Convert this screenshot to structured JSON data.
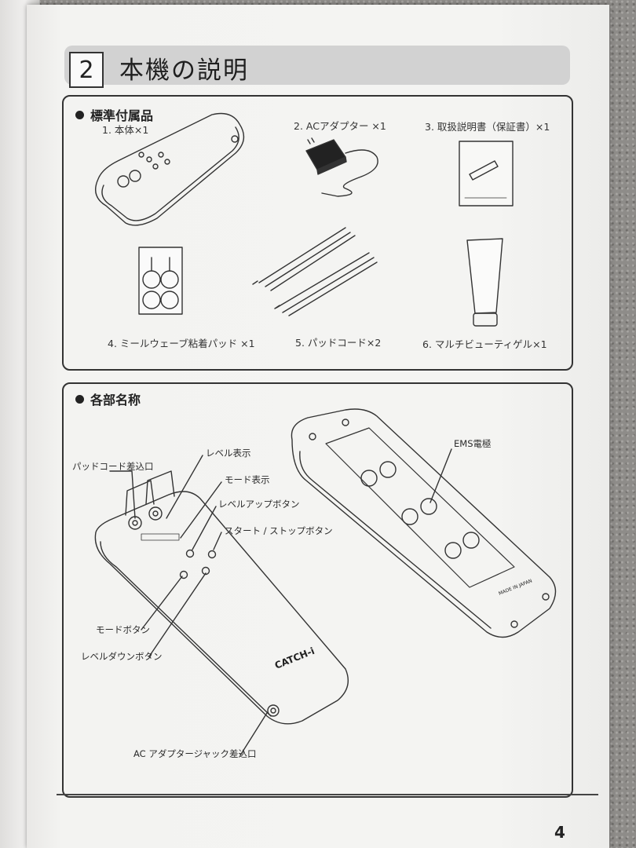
{
  "header": {
    "number": "2",
    "title": "本機の説明"
  },
  "accessories": {
    "title": "標準付属品",
    "items": [
      "1. 本体×1",
      "2. ACアダプター ×1",
      "3. 取扱説明書（保証書）×1",
      "4. ミールウェーブ粘着パッド ×1",
      "5. パッドコード×2",
      "6. マルチビューティゲル×1"
    ]
  },
  "parts": {
    "title": "各部名称",
    "labels": {
      "pad_cord_port": "パッドコード差込口",
      "level_display": "レベル表示",
      "mode_display": "モード表示",
      "level_up": "レベルアップボタン",
      "start_stop": "スタート / ストップボタン",
      "mode_button": "モードボタン",
      "level_down": "レベルダウンボタン",
      "ac_jack": "AC アダプタージャック差込口",
      "ems": "EMS電極"
    },
    "brand": "CATCH-i",
    "made_in": "MADE IN JAPAN"
  },
  "page_number": "4"
}
